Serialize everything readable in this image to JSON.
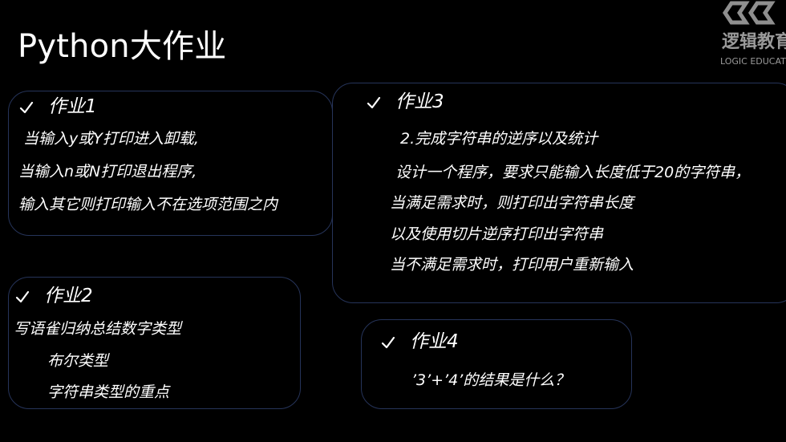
{
  "slide": {
    "title": "Python大作业",
    "logo": {
      "cn": "逻辑教育",
      "en": "LOGIC EDUCATION"
    },
    "cards": [
      {
        "title": "作业1",
        "lines": [
          "当输入y或Y打印进入卸载,",
          "当输入n或N打印退出程序,",
          "输入其它则打印输入不在选项范围之内"
        ]
      },
      {
        "title": "作业2",
        "lines": [
          "写语雀归纳总结数字类型",
          "布尔类型",
          "字符串类型的重点"
        ]
      },
      {
        "title": "作业3",
        "lines": [
          "2.完成字符串的逆序以及统计",
          "设计一个程序，要求只能输入长度低于20的字符串，",
          "当满足需求时，则打印出字符串长度",
          "以及使用切片逆序打印出字符串",
          "当不满足需求时，打印用户重新输入"
        ]
      },
      {
        "title": "作业4",
        "lines": [
          "’3’+’4’的结果是什么？"
        ]
      }
    ]
  }
}
